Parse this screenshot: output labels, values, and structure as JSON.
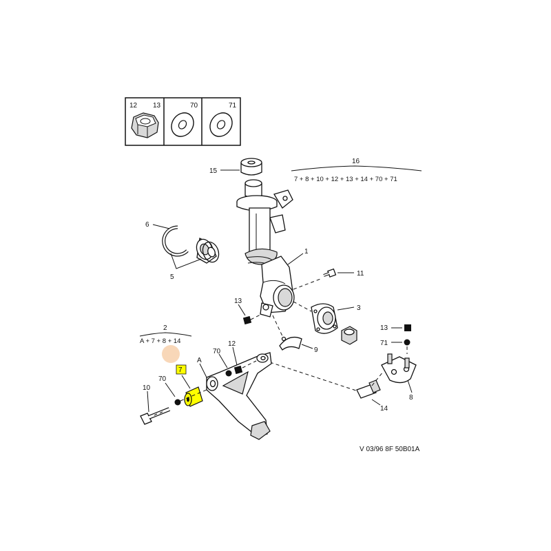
{
  "legend": {
    "cells": [
      {
        "labels": [
          "12",
          "13"
        ],
        "icon": "nut-icon"
      },
      {
        "labels": [
          "70"
        ],
        "icon": "washer-icon"
      },
      {
        "labels": [
          "71"
        ],
        "icon": "washer-icon"
      }
    ]
  },
  "callouts": {
    "c1": "1",
    "c3": "3",
    "c5": "5",
    "c6": "6",
    "c7": "7",
    "c8": "8",
    "c9": "9",
    "c10": "10",
    "c11": "11",
    "c12": "12",
    "c13a": "13",
    "c13b": "13",
    "c14": "14",
    "c15": "15",
    "c70a": "70",
    "c70b": "70",
    "c71": "71",
    "cA": "A"
  },
  "groups": {
    "g16_label": "16",
    "g16_formula": "7 + 8 + 10 + 12 + 13 + 14 + 70 + 71",
    "g2_label": "2",
    "g2_formula": "A + 7 + 8 + 14"
  },
  "reference": "V 03/96 8F 50B01A",
  "colors": {
    "highlight": "#ffff00",
    "marker": "#f5c9a0"
  }
}
